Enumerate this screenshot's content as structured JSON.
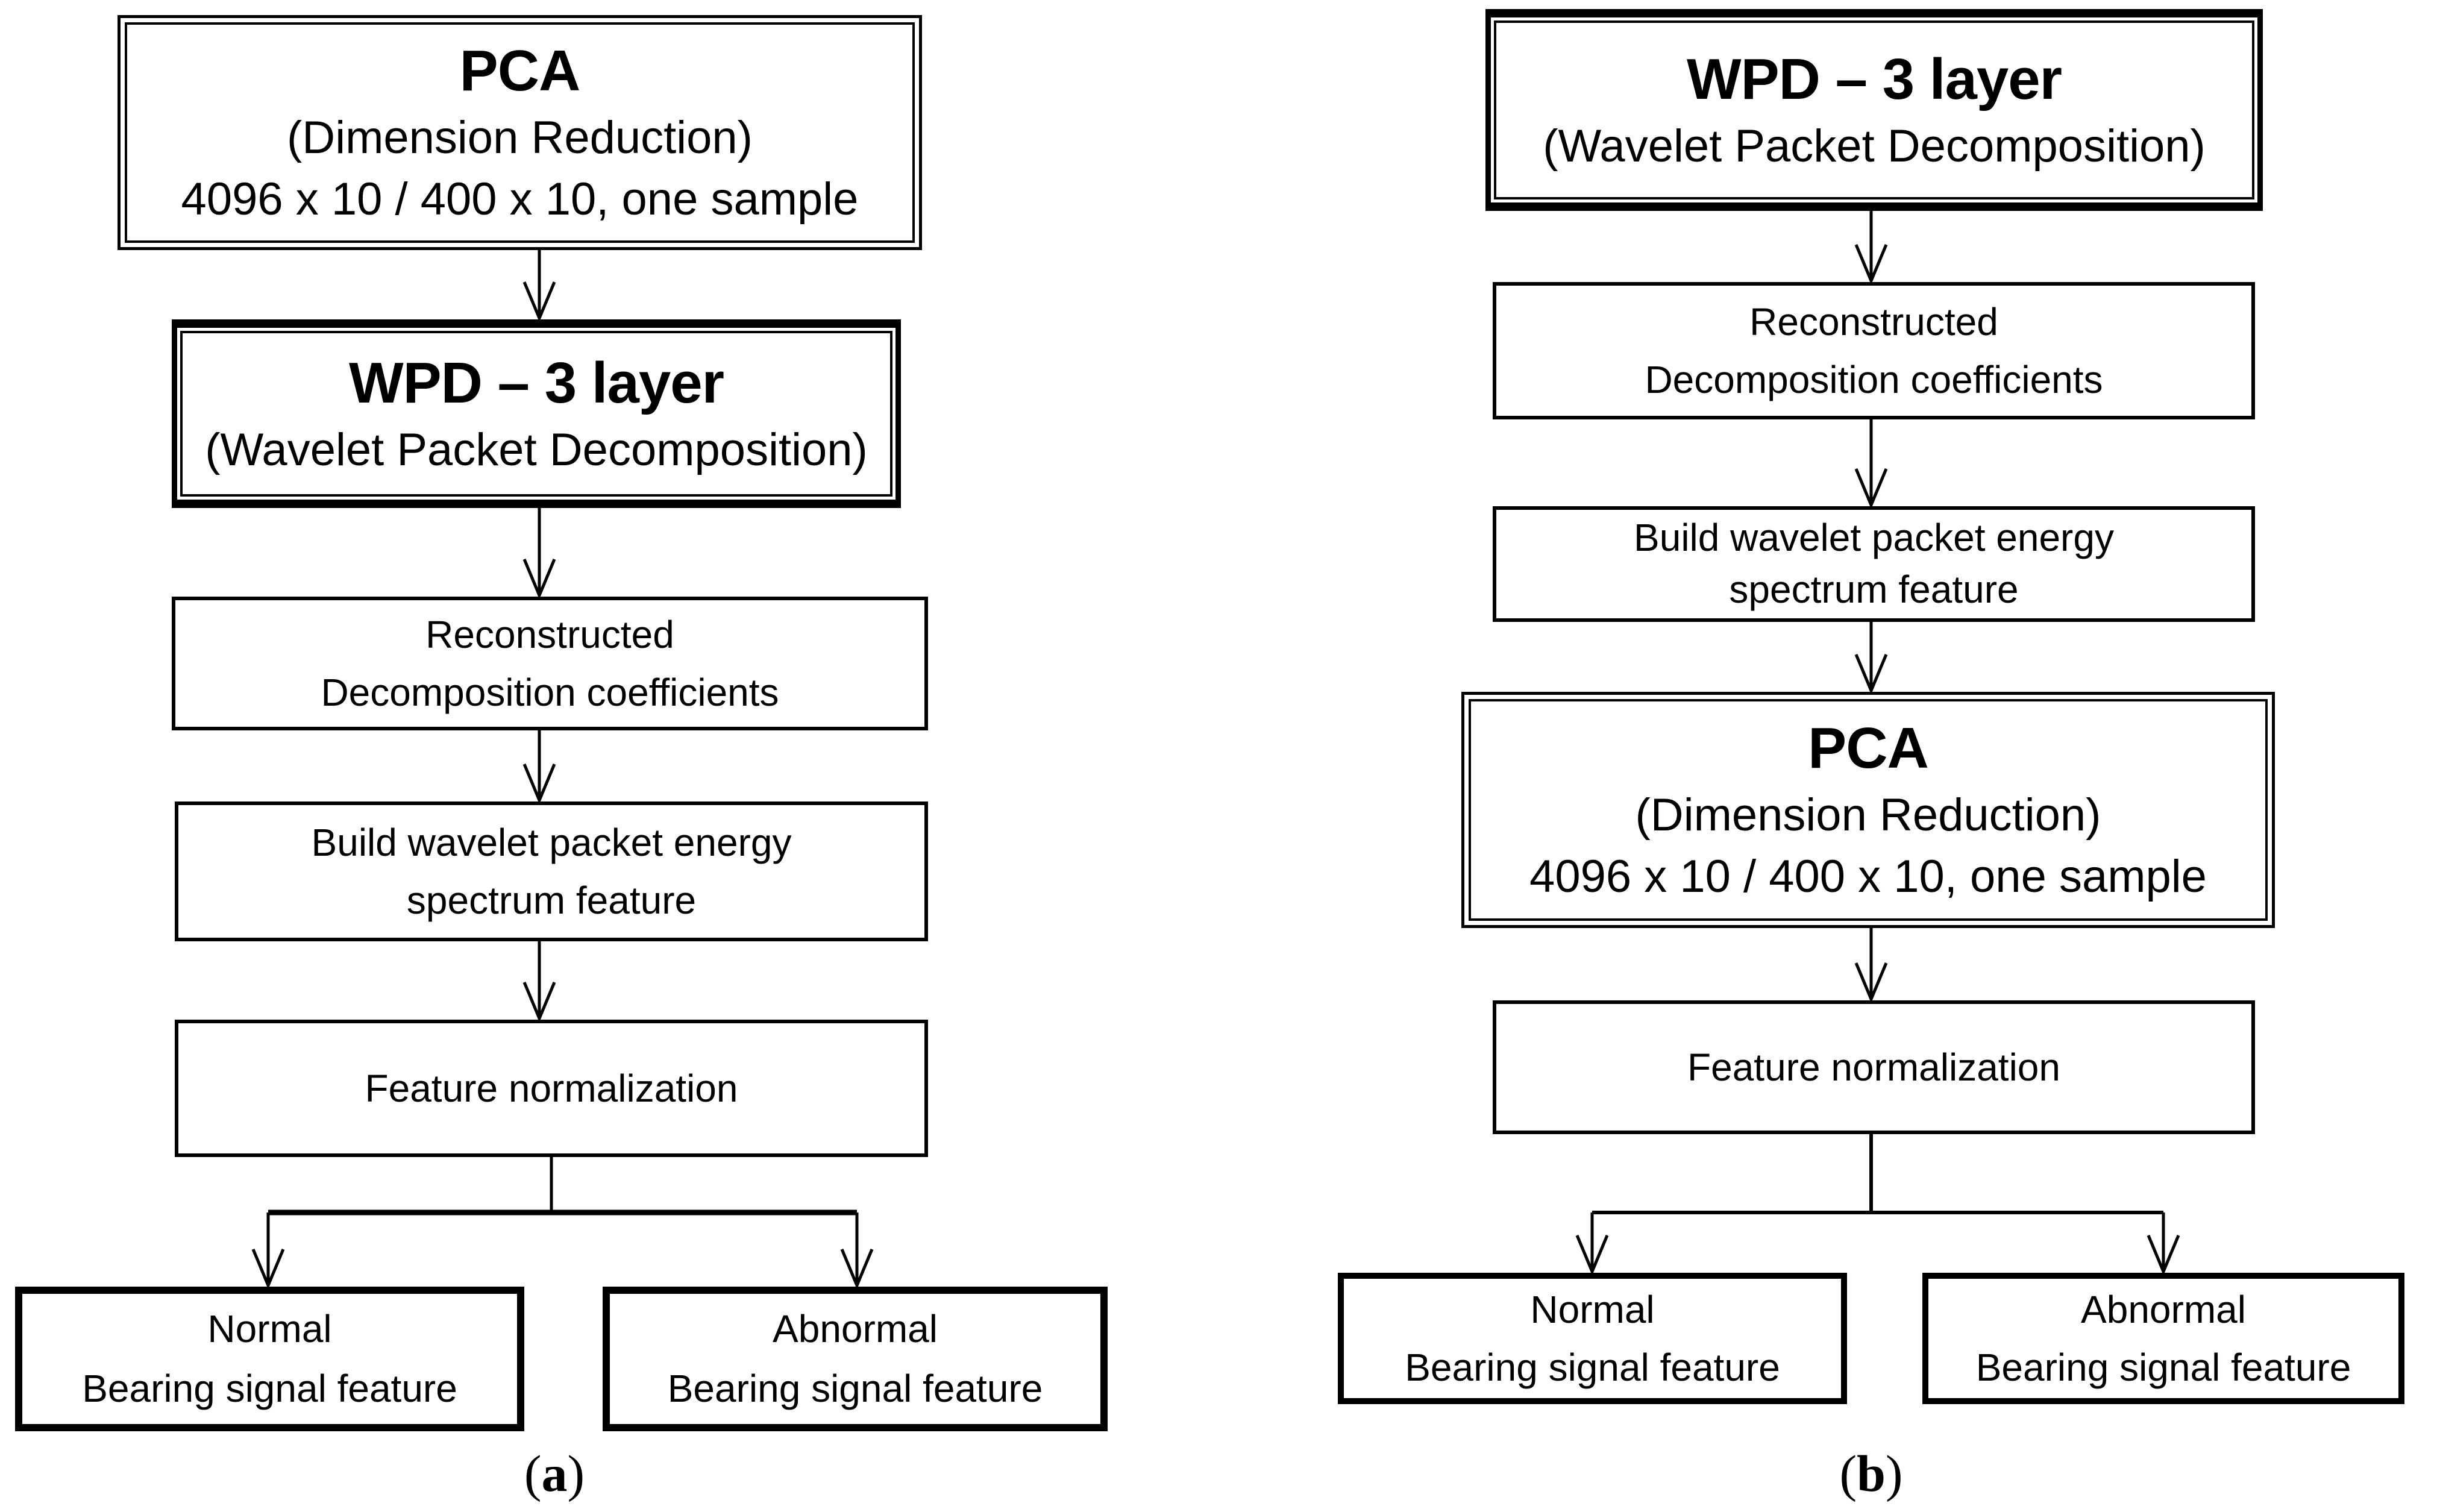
{
  "figure": {
    "background": "#ffffff",
    "line_color": "#000000",
    "description": "Two flowcharts of bearing signal feature extraction"
  },
  "panels": [
    {
      "id": "a",
      "label": {
        "open": "(",
        "letter": "a",
        "close": ")"
      },
      "boxes": [
        {
          "title": "PCA",
          "lines": [
            "(Dimension Reduction)",
            "4096 x 10 / 400 x 10, one sample"
          ]
        },
        {
          "title": "WPD – 3 layer",
          "lines": [
            "(Wavelet Packet Decomposition)"
          ]
        },
        {
          "lines": [
            "Reconstructed",
            "Decomposition coefficients"
          ]
        },
        {
          "lines": [
            "Build wavelet packet energy",
            "spectrum feature"
          ]
        },
        {
          "lines": [
            "Feature normalization"
          ]
        },
        {
          "lines": [
            "Normal",
            "Bearing signal feature"
          ]
        },
        {
          "lines": [
            "Abnormal",
            "Bearing signal feature"
          ]
        }
      ]
    },
    {
      "id": "b",
      "label": {
        "open": "(",
        "letter": "b",
        "close": ")"
      },
      "boxes": [
        {
          "title": "WPD – 3 layer",
          "lines": [
            "(Wavelet Packet Decomposition)"
          ]
        },
        {
          "lines": [
            "Reconstructed",
            "Decomposition coefficients"
          ]
        },
        {
          "lines": [
            "Build wavelet packet energy",
            "spectrum feature"
          ]
        },
        {
          "title": "PCA",
          "lines": [
            "(Dimension Reduction)",
            "4096 x 10 / 400 x 10, one sample"
          ]
        },
        {
          "lines": [
            "Feature normalization"
          ]
        },
        {
          "lines": [
            "Normal",
            "Bearing signal feature"
          ]
        },
        {
          "lines": [
            "Abnormal",
            "Bearing signal feature"
          ]
        }
      ]
    }
  ]
}
